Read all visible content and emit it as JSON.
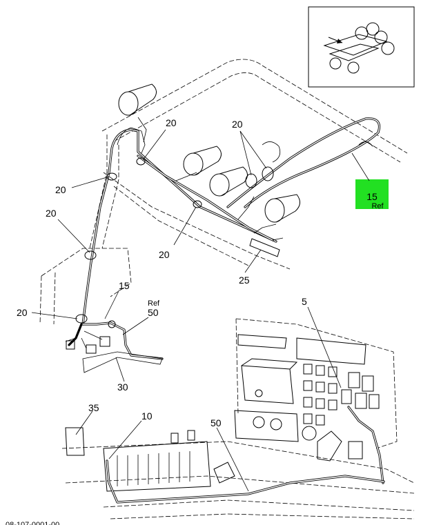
{
  "callouts": {
    "c20_top": "20",
    "c20_mid": "20",
    "c20_left_upper": "20",
    "c20_left_mid": "20",
    "c20_lower_mid": "20",
    "c20_left_lower": "20",
    "c15_ref_num": "15",
    "c15_ref_word": "Ref",
    "c25": "25",
    "c15_lower": "15",
    "c50_ref_word": "Ref",
    "c50_upper": "50",
    "c30": "30",
    "c5": "5",
    "c35": "35",
    "c10": "10",
    "c50_lower": "50"
  },
  "footer": {
    "drawing_id": "08-107-0001-00"
  },
  "colors": {
    "highlight": "#22e022",
    "ink": "#000000",
    "background": "#ffffff"
  }
}
